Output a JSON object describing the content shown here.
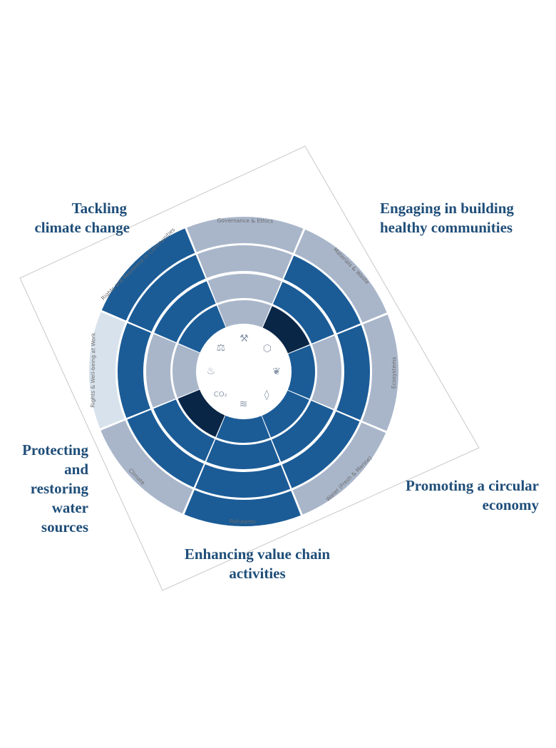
{
  "callouts": {
    "climate": [
      "Tackling",
      "climate change"
    ],
    "communities": [
      "Engaging in building",
      "healthy communities"
    ],
    "water": [
      "Protecting",
      "and",
      "restoring",
      "water",
      "sources"
    ],
    "circular": [
      "Promoting a circular",
      "economy"
    ],
    "value_chain": [
      "Enhancing value chain",
      "activities"
    ]
  },
  "wheel": {
    "topics": [
      "Rights & Well-being at Work",
      "Rights and Resilience in Communities",
      "Governance & Ethics",
      "Materials & Waste",
      "Ecosystems",
      "Water (Fresh & Marine)",
      "Pollutants",
      "Climate"
    ],
    "center_icons": [
      "wellbeing-icon",
      "community-icon",
      "governance-icon",
      "materials-icon",
      "ecosystems-leaf-icon",
      "water-drop-icon",
      "pollutants-wind-icon",
      "co2-icon"
    ],
    "co2_text": "CO₂",
    "colors": {
      "dark": "#0a2647",
      "medium": "#1b5c97",
      "light": "#a9b6ca",
      "pale": "#d7e2ec",
      "text": "#1f4e79"
    },
    "levels": [
      [
        "pale",
        "medium",
        "light",
        "light",
        "light",
        "light",
        "medium",
        "light"
      ],
      [
        "medium",
        "medium",
        "light",
        "medium",
        "medium",
        "medium",
        "medium",
        "medium"
      ],
      [
        "light",
        "medium",
        "light",
        "medium",
        "light",
        "medium",
        "medium",
        "medium"
      ],
      [
        "light",
        "medium",
        "light",
        "dark",
        "medium",
        "medium",
        "medium",
        "dark"
      ]
    ]
  }
}
